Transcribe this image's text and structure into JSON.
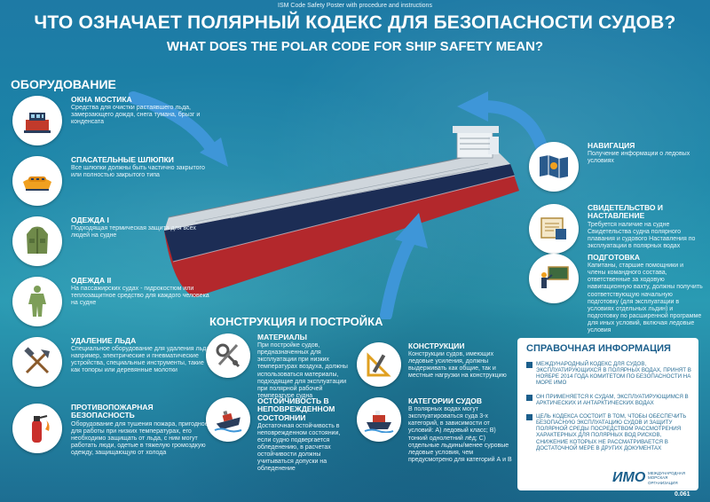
{
  "caption": "ISM Code Safety Poster with procedure and instructions",
  "title_ru": "ЧТО ОЗНАЧАЕТ ПОЛЯРНЫЙ КОДЕКС ДЛЯ БЕЗОПАСНОСТИ СУДОВ?",
  "title_en": "WHAT DOES THE POLAR CODE FOR SHIP SAFETY MEAN?",
  "equipment": {
    "heading": "ОБОРУДОВАНИЕ",
    "items": [
      {
        "title": "ОКНА МОСТИКА",
        "body": "Средства для очистки растаявшего льда, замерзающего дождя, снега тумана, брызг и конденсата",
        "icon": "bridge-window-icon"
      },
      {
        "title": "СПАСАТЕЛЬНЫЕ ШЛЮПКИ",
        "body": "Все шлюпки должны быть частично закрытого или полностью закрытого типа",
        "icon": "lifeboat-icon"
      },
      {
        "title": "ОДЕЖДА I",
        "body": "Подходящая термическая защита для всех людей на судне",
        "icon": "parka-icon"
      },
      {
        "title": "ОДЕЖДА II",
        "body": "На пассажирских судах - гидрокостюм или теплозащитное средство для каждого человека на судне",
        "icon": "survival-suit-icon"
      },
      {
        "title": "УДАЛЕНИЕ ЛЬДА",
        "body": "Специальное оборудование для удаления льда, например, электрические и пневматические устройства, специальные инструменты, такие как топоры или деревянные молотки",
        "icon": "axe-hammer-icon"
      },
      {
        "title": "ПРОТИВОПОЖАРНАЯ БЕЗОПАСНОСТЬ",
        "body": "Оборудование для тушения пожара, пригодное для работы при низких температурах, его необходимо защищать от льда, с ним могут работать люди, одетые в тяжелую громоздкую одежду, защищающую от холода",
        "icon": "fire-extinguisher-icon"
      }
    ]
  },
  "construction": {
    "heading": "КОНСТРУКЦИЯ И ПОСТРОЙКА",
    "items": [
      {
        "title": "МАТЕРИАЛЫ",
        "body": "При постройке судов, предназначенных для эксплуатации при низких температурах воздуха, должны использоваться материалы, подходящие для эксплуатации при полярной рабочей температуре судна",
        "icon": "tools-icon"
      },
      {
        "title": "ОСТОЙЧИВОСТЬ В НЕПОВРЕЖДЕННОМ СОСТОЯНИИ",
        "body": "Достаточная остойчивость в неповрежденном состоянии, если судно подвергается обледенению, в расчетах остойчивости должны учитываться допуски на обледенение",
        "icon": "listing-ship-icon"
      },
      {
        "title": "КОНСТРУКЦИИ",
        "body": "Конструкции судов, имеющих ледовые усиления, должны выдерживать как общие, так и местные нагрузки на конструкцию",
        "icon": "drafting-tools-icon"
      },
      {
        "title": "КАТЕГОРИИ СУДОВ",
        "body": "В полярных водах могут эксплуатироваться суда 3-х категорий, в зависимости от условий: А) ледовый класс; В) тонкий однолетний лёд; С) отдельные льдины/менее суровые ледовые условия, чем предусмотрено для категорий А и В",
        "icon": "ship-category-icon"
      }
    ]
  },
  "right": {
    "items": [
      {
        "title": "НАВИГАЦИЯ",
        "body": "Получение информации о ледовых условиях",
        "icon": "map-navigation-icon"
      },
      {
        "title": "СВИДЕТЕЛЬСТВО И НАСТАВЛЕНИЕ",
        "body": "Требуется наличие на судне Свидетельства судна полярного плавания и судового Наставления по эксплуатации в полярных водах",
        "icon": "certificate-icon"
      },
      {
        "title": "ПОДГОТОВКА",
        "body": "Капитаны, старшие помощники и члены командного состава, ответственные за ходовую навигационную вахту, должны получить соответствующую начальную подготовку (для эксплуатации в условиях отдельных льдин) и подготовку по расширенной программе для иных условий, включая ледовые условия",
        "icon": "training-icon"
      }
    ]
  },
  "reference": {
    "title": "СПРАВОЧНАЯ ИНФОРМАЦИЯ",
    "entries": [
      "МЕЖДУНАРОДНЫЙ КОДЕКС ДЛЯ СУДОВ, ЭКСПЛУАТИРУЮЩИХСЯ В ПОЛЯРНЫХ ВОДАХ, ПРИНЯТ В НОЯБРЕ 2014 ГОДА КОМИТЕТОМ ПО БЕЗОПАСНОСТИ НА МОРЕ ИМО",
      "ОН ПРИМЕНЯЕТСЯ К СУДАМ, ЭКСПЛУАТИРУЮЩИМСЯ В АРКТИЧЕСКИХ И АНТАРКТИЧЕСКИХ ВОДАХ",
      "ЦЕЛЬ КОДЕКСА СОСТОИТ В ТОМ, ЧТОБЫ ОБЕСПЕЧИТЬ БЕЗОПАСНУЮ ЭКСПЛУАТАЦИЮ СУДОВ И ЗАЩИТУ ПОЛЯРНОЙ СРЕДЫ ПОСРЕДСТВОМ РАССМОТРЕНИЯ ХАРАКТЕРНЫХ ДЛЯ ПОЛЯРНЫХ ВОД РИСКОВ, СНИЖЕНИЕ КОТОРЫХ НЕ РАССМАТРИВАЕТСЯ В ДОСТАТОЧНОЙ МЕРЕ В ДРУГИХ ДОКУМЕНТАХ"
    ]
  },
  "logo": {
    "text": "ИМО",
    "subtitle": "МЕЖДУНАРОДНАЯ МОРСКАЯ ОРГАНИЗАЦИЯ"
  },
  "code_number": "0.061",
  "colors": {
    "accent": "#1b5f8c",
    "hull_red": "#b3282c",
    "hull_navy": "#1c2d55",
    "arrow": "#3e96d8"
  }
}
